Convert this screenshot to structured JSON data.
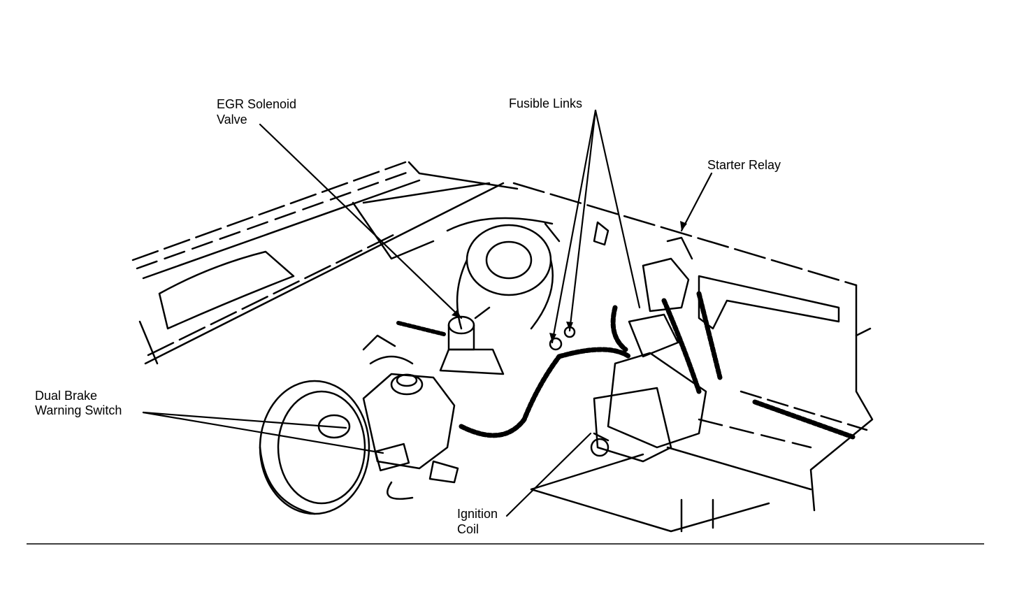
{
  "labels": {
    "egr_solenoid_line1": "EGR Solenoid",
    "egr_solenoid_line2": "Valve",
    "fusible_links": "Fusible Links",
    "starter_relay": "Starter Relay",
    "dual_brake_line1": "Dual Brake",
    "dual_brake_line2": "Warning Switch",
    "ignition_coil_line1": "Ignition",
    "ignition_coil_line2": "Coil"
  }
}
